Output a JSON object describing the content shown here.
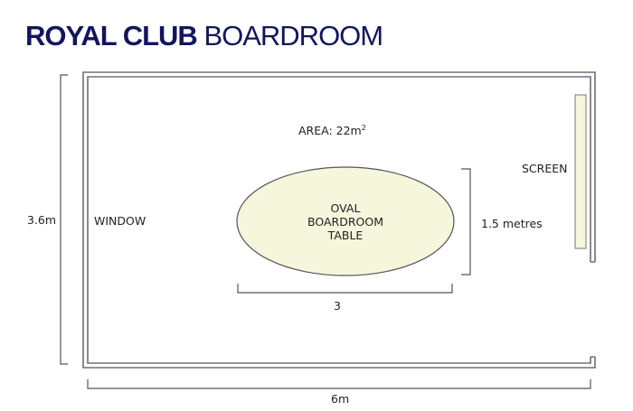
{
  "title": {
    "bold": "ROYAL CLUB",
    "light": "BOARDROOM"
  },
  "room": {
    "area_label": "AREA: 22m",
    "area_sup": "2",
    "window_label": "WINDOW",
    "screen_label": "SCREEN",
    "height_dim": "3.6m",
    "width_dim": "6m"
  },
  "table": {
    "line1": "OVAL",
    "line2": "BOARDROOM",
    "line3": "TABLE",
    "width_dim": "3",
    "depth_dim": "1.5 metres"
  },
  "colors": {
    "title": "#12155e",
    "table_fill": "#f6f6dc",
    "wall": "#6b7078"
  }
}
